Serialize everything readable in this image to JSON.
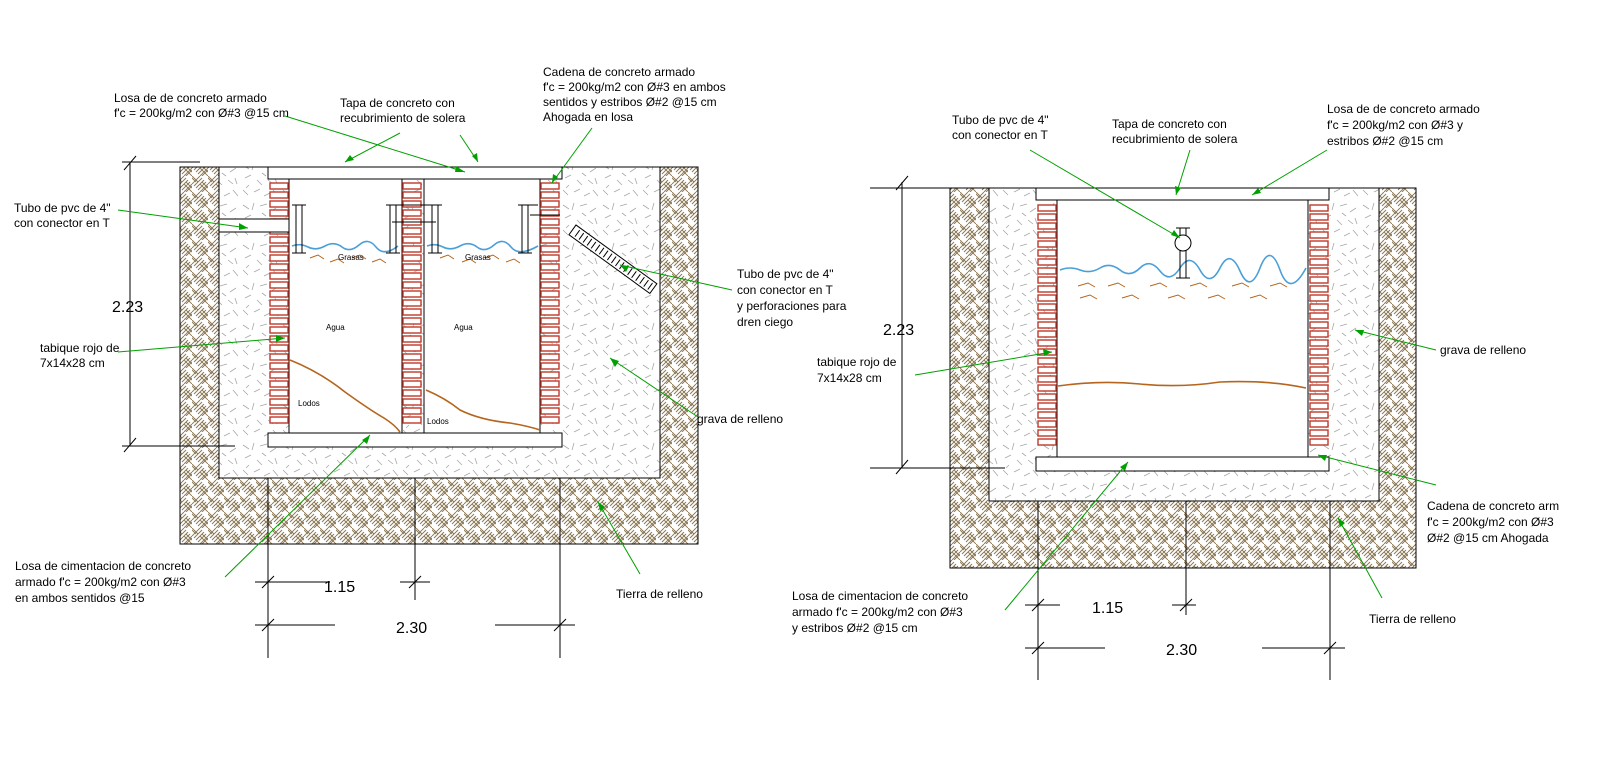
{
  "left": {
    "labels": {
      "losa_top": [
        "Losa de  de concreto armado",
        "f'c = 200kg/m2 con Ø#3 @15 cm"
      ],
      "tapa": [
        "Tapa de concreto con",
        "recubrimiento de solera"
      ],
      "cadena": [
        "Cadena de concreto armado",
        "f'c = 200kg/m2 con Ø#3 en ambos",
        "sentidos  y estribos Ø#2 @15 cm",
        "Ahogada en losa"
      ],
      "tubo_in": [
        "Tubo de pvc de 4\"",
        "con conector en T"
      ],
      "tubo_out": [
        "Tubo de pvc de 4\"",
        "con conector en T",
        "y perforaciones para",
        "dren ciego"
      ],
      "tabique": [
        "tabique rojo de",
        "7x14x28 cm"
      ],
      "grava": [
        "grava de relleno"
      ],
      "losa_cim": [
        "Losa de cimentacion de concreto",
        "armado f'c = 200kg/m2 con Ø#3",
        "en ambos sentidos @15"
      ],
      "tierra": [
        "Tierra de relleno"
      ]
    },
    "inner": {
      "grasas1": "Grasas",
      "grasas2": "Grasas",
      "agua1": "Agua",
      "agua2": "Agua",
      "lodos1": "Lodos",
      "lodos2": "Lodos"
    },
    "dims": {
      "height": "2.23",
      "half": "1.15",
      "width": "2.30"
    }
  },
  "right": {
    "labels": {
      "tubo": [
        "Tubo de pvc de 4\"",
        "con conector en T"
      ],
      "tapa": [
        "Tapa de concreto con",
        "recubrimiento de solera"
      ],
      "losa_top": [
        "Losa de  de concreto armado",
        "f'c = 200kg/m2 con Ø#3 y",
        "estribos Ø#2 @15 cm"
      ],
      "tabique": [
        "tabique rojo de",
        "7x14x28 cm"
      ],
      "grava": [
        "grava de relleno"
      ],
      "cadena": [
        "Cadena de concreto arm",
        "f'c = 200kg/m2 con Ø#3",
        "Ø#2 @15 cm Ahogada"
      ],
      "losa_cim": [
        "Losa de cimentacion de concreto",
        "armado f'c = 200kg/m2 con Ø#3",
        "y estribos Ø#2 @15 cm"
      ],
      "tierra": [
        "Tierra de relleno"
      ]
    },
    "dims": {
      "height": "2.23",
      "half": "1.15",
      "width": "2.30"
    }
  },
  "colors": {
    "brick": "#c0392b",
    "water": "#4a9fd8",
    "sludge": "#b5651d",
    "leader": "#00a000",
    "soil": "#a08c6a"
  }
}
